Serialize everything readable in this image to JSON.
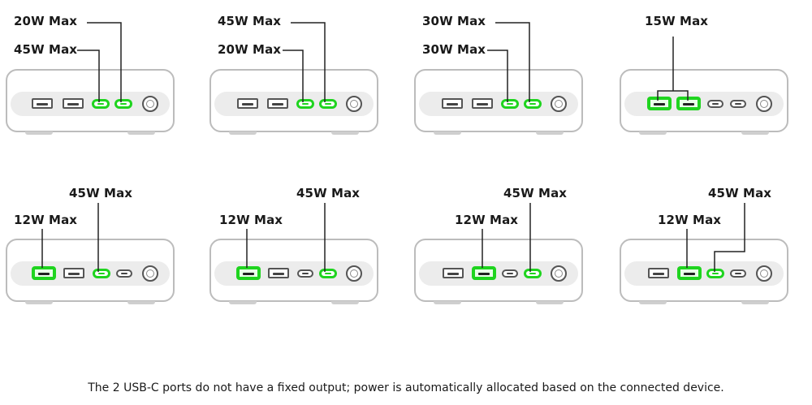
{
  "panels": [
    {
      "labels": [
        "20W Max",
        "45W Max"
      ],
      "active": [
        "c1",
        "c2"
      ]
    },
    {
      "labels": [
        "45W Max",
        "20W Max"
      ],
      "active": [
        "c1",
        "c2"
      ]
    },
    {
      "labels": [
        "30W Max",
        "30W Max"
      ],
      "active": [
        "c1",
        "c2"
      ]
    },
    {
      "labels": [
        "15W Max"
      ],
      "active": [
        "a1",
        "a2"
      ]
    },
    {
      "labels": [
        "45W Max",
        "12W Max"
      ],
      "active": [
        "a1",
        "c1"
      ]
    },
    {
      "labels": [
        "45W Max",
        "12W Max"
      ],
      "active": [
        "a1",
        "c2"
      ]
    },
    {
      "labels": [
        "45W Max",
        "12W Max"
      ],
      "active": [
        "a2",
        "c2"
      ]
    },
    {
      "labels": [
        "45W Max",
        "12W Max"
      ],
      "active": [
        "a2",
        "c1"
      ]
    }
  ],
  "caption": "The 2 USB-C ports do not have a fixed output; power is automatically allocated based on the connected device.",
  "colors": {
    "active": "#1fd41f",
    "line": "#222222"
  }
}
